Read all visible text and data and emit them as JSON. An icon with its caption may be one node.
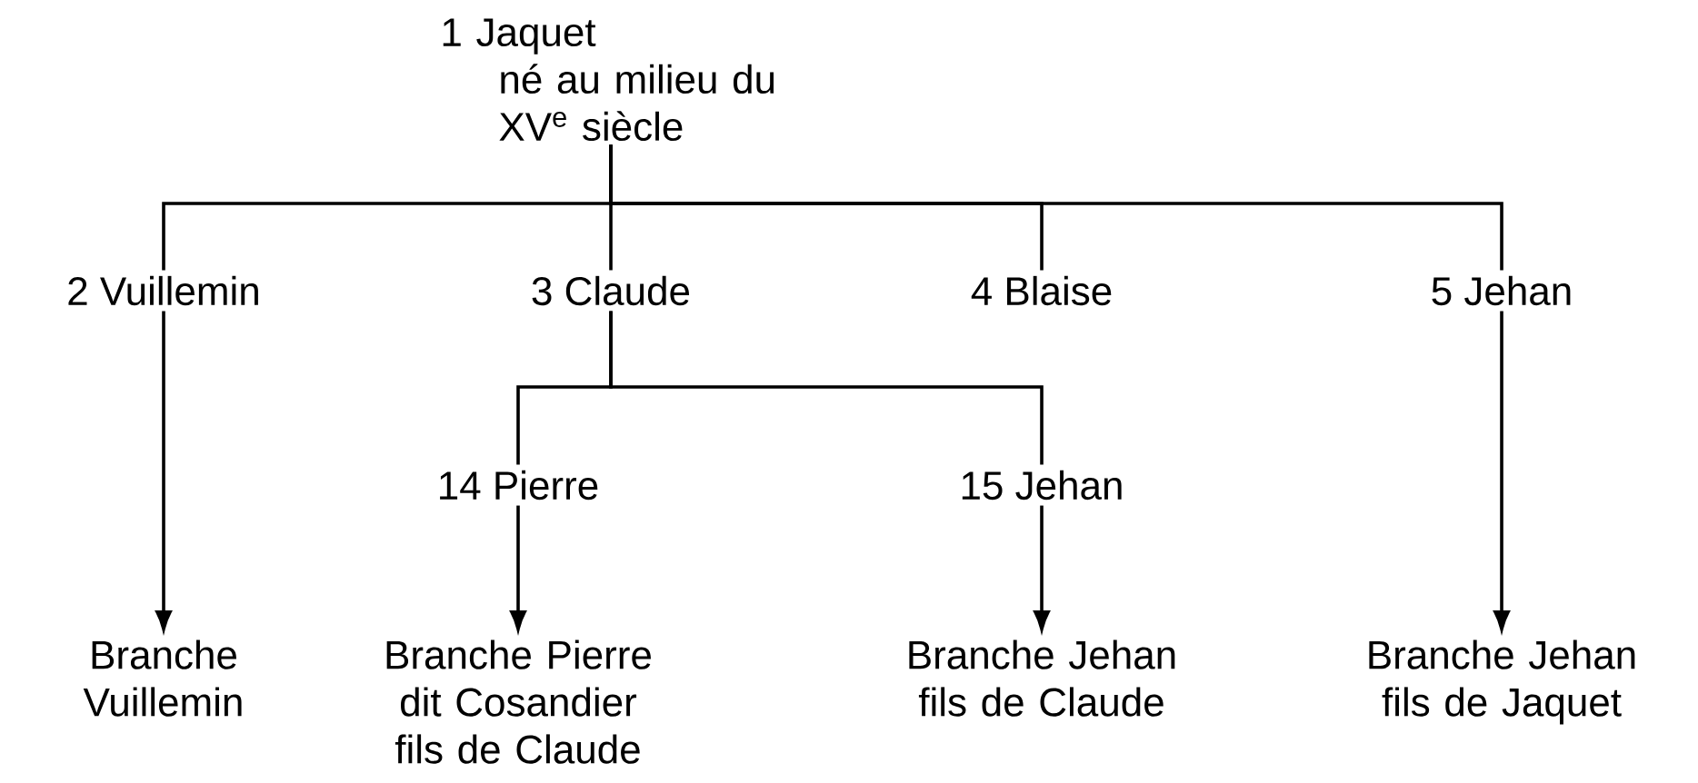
{
  "diagram": {
    "nodes": [
      {
        "text": [
          "1 Jaquet",
          "né au milieu du XV$^{e}$ siècle"
        ]
      },
      {
        "text": [
          "2 Vuillemin"
        ]
      },
      {
        "text": [
          "3 Claude"
        ]
      },
      {
        "text": [
          "4 Blaise"
        ]
      },
      {
        "text": [
          "5 Jehan"
        ]
      },
      {
        "text": [
          "14 Pierre"
        ]
      },
      {
        "text": [
          "15 Jehan"
        ]
      },
      {
        "text": [
          "Branche Vuillemin"
        ]
      },
      {
        "text": [
          "Branche Pierre dit Cosandier fils de Claude"
        ]
      },
      {
        "text": [
          "Branche Jehan fils de Claude"
        ]
      },
      {
        "text": [
          "Branche Jehan fils de Jaquet"
        ]
      }
    ],
    "edges": [
      {
        "from": 0,
        "to": 1,
        "arrow": "none"
      },
      {
        "from": 0,
        "to": 2,
        "arrow": "none"
      },
      {
        "from": 0,
        "to": 3,
        "arrow": "none"
      },
      {
        "from": 0,
        "to": 4,
        "arrow": "none"
      },
      {
        "from": 2,
        "to": 5,
        "arrow": "none"
      },
      {
        "from": 2,
        "to": 6,
        "arrow": "none"
      },
      {
        "from": 1,
        "to": 7,
        "arrow": "to"
      },
      {
        "from": 5,
        "to": 8,
        "arrow": "to"
      },
      {
        "from": 6,
        "to": 9,
        "arrow": "to"
      },
      {
        "from": 4,
        "to": 10,
        "arrow": "to"
      }
    ]
  }
}
